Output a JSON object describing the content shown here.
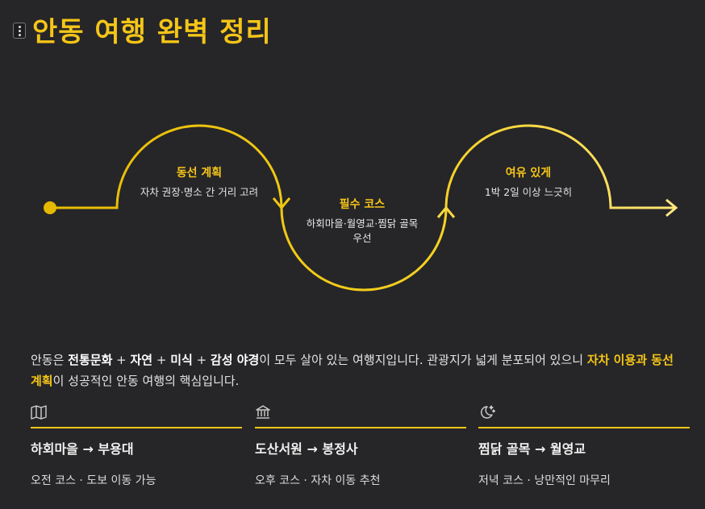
{
  "title": "안동 여행 완벽 정리",
  "flow": {
    "steps": [
      {
        "title": "동선 계획",
        "subtitle": "자차 권장·명소 간 거리 고려"
      },
      {
        "title": "필수 코스",
        "subtitle_line1": "하회마을·월영교·찜닭 골목",
        "subtitle_line2": "우선"
      },
      {
        "title": "여유 있게",
        "subtitle": "1박 2일 이상 느긋히"
      }
    ]
  },
  "intro": {
    "p1": "안동은 ",
    "b1": "전통문화",
    "p2": " + ",
    "b2": "자연",
    "p3": " + ",
    "b3": "미식",
    "p4": " + ",
    "b4": "감성 야경",
    "p5": "이 모두 살아 있는 여행지입니다. 관광지가 넓게 분포되어 있으니 ",
    "hl": "자차 이용과 동선 계획",
    "p6": "이 성공적인 안동 여행의 핵심입니다."
  },
  "cards": [
    {
      "icon": "map-icon",
      "title": "하회마을 → 부용대",
      "subtitle": "오전 코스 · 도보 이동 가능"
    },
    {
      "icon": "museum-icon",
      "title": "도산서원 → 봉정사",
      "subtitle": "오후 코스 · 자차 이동 추천"
    },
    {
      "icon": "moon-stars-icon",
      "title": "찜닭 골목 → 월영교",
      "subtitle": "저녁 코스 · 낭만적인 마무리"
    }
  ],
  "colors": {
    "accent": "#f5c518",
    "accent_light": "#ffe066",
    "background": "#262628"
  }
}
